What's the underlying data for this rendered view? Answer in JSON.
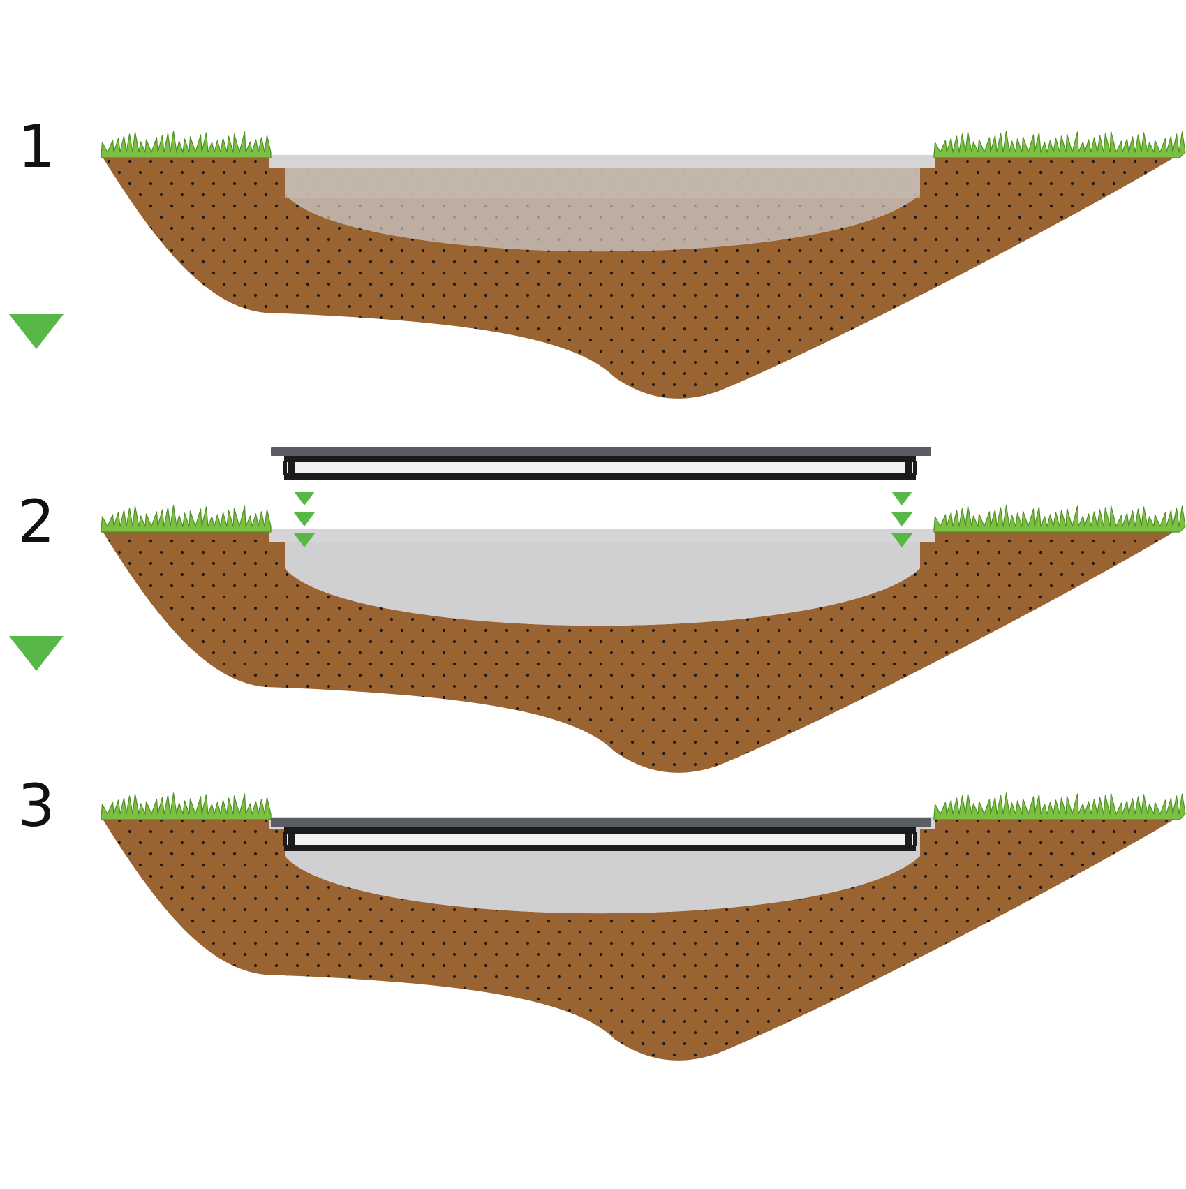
{
  "steps": [
    {
      "number": "1",
      "state": "excavated pit"
    },
    {
      "number": "2",
      "state": "frame lowered into pit"
    },
    {
      "number": "3",
      "state": "frame installed flush with ground"
    }
  ],
  "colors": {
    "soil": "#9A6432",
    "soil_dots": "#1a1a1a",
    "grass": "#7BC043",
    "grass_dark": "#4E8F22",
    "pit_fill_step1": "#B8A79A",
    "pit_fill": "#D0CFD1",
    "ledge": "#D5D5D7",
    "frame_top": "#5A5E63",
    "frame_rail": "#1b1b1b",
    "arrow": "#58B847"
  },
  "icons": {
    "next_step_arrow": "green-triangle-down-icon",
    "insert_arrow": "green-triangle-down-icon"
  }
}
